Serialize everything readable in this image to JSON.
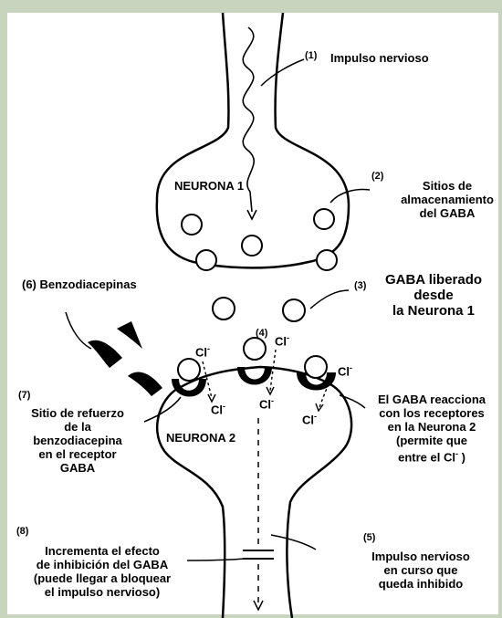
{
  "labels": {
    "impulso_num": "(1)",
    "impulso": "Impulso nervioso",
    "neurona1": "NEURONA 1",
    "sitios_num": "(2)",
    "sitios": "Sitios de\nalmacenamiento\ndel GABA",
    "benzo": "(6) Benzodiacepinas",
    "gaba_num": "(3)",
    "gaba_liberado": "GABA liberado\ndesde\nla Neurona 1",
    "num4": "(4)",
    "cl": "Cl",
    "cl_sup": "-",
    "num7": "(7)",
    "sitio_refuerzo": "Sitio de refuerzo\nde la\nbenzodiacepina\nen el receptor\nGABA",
    "neurona2": "NEURONA 2",
    "gaba_reacciona_main": "El GABA reacciona\ncon los receptores\nen la Neurona 2\n(permite que\nentre el Cl",
    "gaba_reacciona_end": " )",
    "num8": "(8)",
    "incrementa": "Incrementa el efecto\nde inhibición del GABA\n(puede llegar a bloquear\nel impulso nervioso)",
    "num5": "(5)",
    "impulso_curso": "Impulso nervioso\nen curso que\nqueda inhibido"
  }
}
